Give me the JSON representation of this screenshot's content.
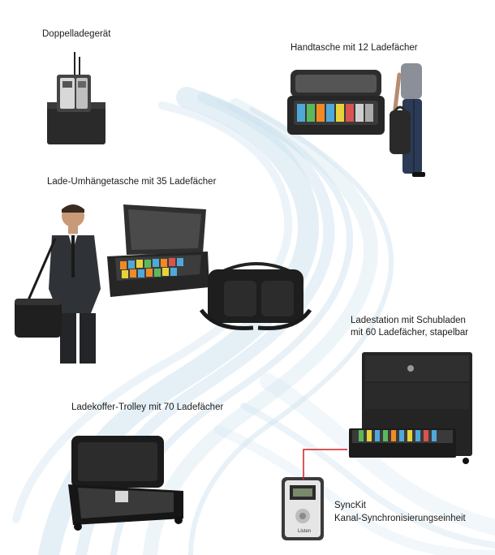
{
  "products": {
    "dual_charger": {
      "label": "Doppelladegerät"
    },
    "handbag": {
      "label": "Handtasche mit 12 Ladefächer"
    },
    "shoulder_bag": {
      "label": "Lade-Umhängetasche mit 35 Ladefächer"
    },
    "drawer_station": {
      "label_line1": "Ladestation mit Schubladen",
      "label_line2": "mit 60 Ladefächer, stapelbar"
    },
    "trolley": {
      "label": "Ladekoffer-Trolley mit 70 Ladefächer"
    },
    "synckit": {
      "label_line1": "SyncKit",
      "label_line2": "Kanal-Synchronisierungseinheit",
      "device_brand": "Listen"
    }
  },
  "colors": {
    "swirl": "#cfe3ef",
    "callout_line": "#d21f1f",
    "product_dark": "#2b2b2b",
    "receiver_colors": [
      "#4fa8d8",
      "#f08a24",
      "#5cb85c",
      "#e8d23a",
      "#d9534f"
    ]
  }
}
